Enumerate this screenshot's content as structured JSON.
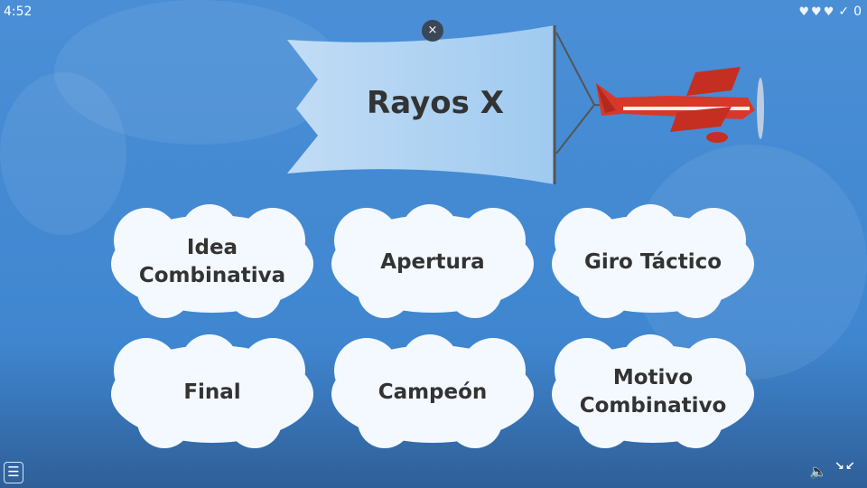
{
  "timer": "4:52",
  "status": {
    "hearts": 3,
    "correct_count": "0",
    "check_icon": "✓",
    "heart_glyph": "♥"
  },
  "banner": {
    "word": "Rayos X",
    "close": "×"
  },
  "options": [
    {
      "label": "Idea Combinativa"
    },
    {
      "label": "Apertura"
    },
    {
      "label": "Giro Táctico"
    },
    {
      "label": "Final"
    },
    {
      "label": "Campeón"
    },
    {
      "label": "Motivo Combinativo"
    }
  ],
  "controls": {
    "menu": "☰",
    "sound": "🔈",
    "shrink": "↘↙"
  }
}
